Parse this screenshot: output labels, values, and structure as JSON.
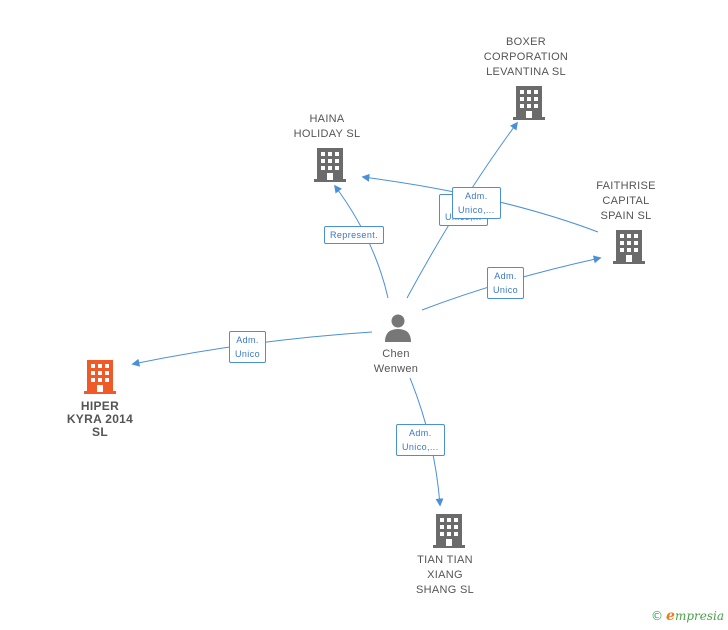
{
  "colors": {
    "link": "#4a90d9",
    "company_icon": "#6b6b6b",
    "focus_icon": "#f05a28",
    "person_icon": "#777777",
    "brand_green": "#3aa05a",
    "brand_orange": "#f07a1a"
  },
  "nodes": {
    "person": {
      "label": [
        "Chen",
        "Wenwen"
      ],
      "icon": "person-icon"
    },
    "boxer": {
      "label": [
        "BOXER",
        "CORPORATION",
        "LEVANTINA SL"
      ],
      "icon": "building-icon"
    },
    "haina": {
      "label": [
        "HAINA",
        "HOLIDAY SL"
      ],
      "icon": "building-icon"
    },
    "faithrise": {
      "label": [
        "FAITHRISE",
        "CAPITAL",
        "SPAIN SL"
      ],
      "icon": "building-icon"
    },
    "hiper": {
      "label": [
        "HIPER",
        "KYRA 2014",
        "SL"
      ],
      "icon": "building-icon"
    },
    "tian": {
      "label": [
        "TIAN TIAN",
        "XIANG",
        "SHANG SL"
      ],
      "icon": "building-icon"
    }
  },
  "relations": {
    "haina": [
      "Represent."
    ],
    "haina_back": [
      "Adm.",
      "Unico,..."
    ],
    "boxer": [
      "Adm.",
      "Unico,..."
    ],
    "faithrise": [
      "Adm.",
      "Unico"
    ],
    "hiper": [
      "Adm.",
      "Unico"
    ],
    "tian": [
      "Adm.",
      "Unico,..."
    ]
  },
  "brand": {
    "copyright": "©",
    "initial": "e",
    "rest": "mpresia"
  }
}
